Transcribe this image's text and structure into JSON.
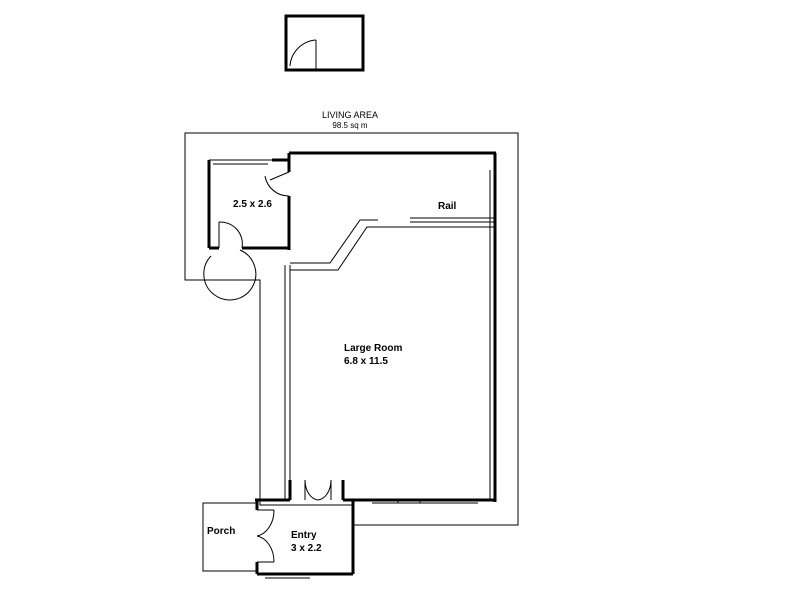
{
  "living_area": {
    "title": "LIVING AREA",
    "size": "98.5 sq m"
  },
  "rooms": {
    "store": {
      "dims": "2.5 x 2.6"
    },
    "large_room": {
      "name": "Large Room",
      "dims": "6.8 x 11.5"
    },
    "rail": {
      "label": "Rail"
    },
    "porch": {
      "name": "Porch"
    },
    "entry": {
      "name": "Entry",
      "dims": "3 x 2.2"
    }
  },
  "colors": {
    "line": "#000000",
    "background": "#ffffff"
  }
}
